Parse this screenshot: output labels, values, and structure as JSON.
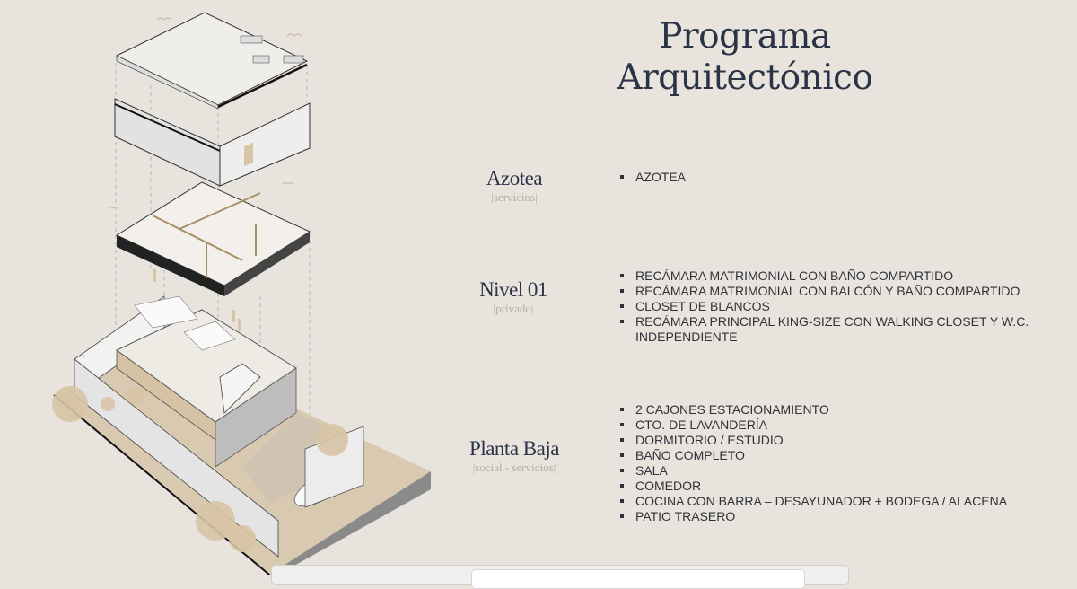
{
  "title": {
    "line1": "Programa",
    "line2": "Arquitectónico"
  },
  "levels": [
    {
      "name": "Azotea",
      "subtitle": "|servicios|",
      "items": [
        "AZOTEA"
      ]
    },
    {
      "name": "Nivel 01",
      "subtitle": "|privado|",
      "items": [
        "RECÁMARA MATRIMONIAL CON BAÑO COMPARTIDO",
        "RECÁMARA MATRIMONIAL CON BALCÓN Y BAÑO COMPARTIDO",
        "CLOSET DE BLANCOS",
        "RECÁMARA PRINCIPAL KING-SIZE CON WALKING CLOSET Y W.C. INDEPENDIENTE"
      ]
    },
    {
      "name": "Planta Baja",
      "subtitle": "|social - servicios|",
      "items": [
        "2 CAJONES ESTACIONAMIENTO",
        "CTO. DE LAVANDERÍA",
        "DORMITORIO / ESTUDIO",
        "BAÑO COMPLETO",
        "SALA",
        "COMEDOR",
        "COCINA CON BARRA – DESAYUNADOR + BODEGA / ALACENA",
        "PATIO TRASERO"
      ]
    }
  ],
  "colors": {
    "background": "#e8e3dc",
    "title": "#2b3347",
    "accent": "#d8c4a6"
  }
}
